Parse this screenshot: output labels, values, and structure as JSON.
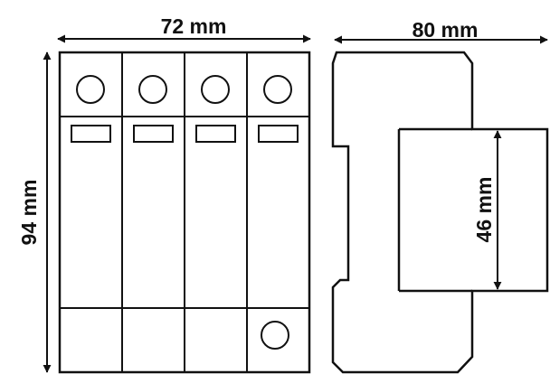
{
  "dimensions": {
    "width": "72 mm",
    "depth": "80 mm",
    "height": "94 mm",
    "din_rail": "46 mm"
  },
  "module": {
    "pole_count": 4
  },
  "colors": {
    "stroke": "#111111",
    "background": "#ffffff"
  }
}
